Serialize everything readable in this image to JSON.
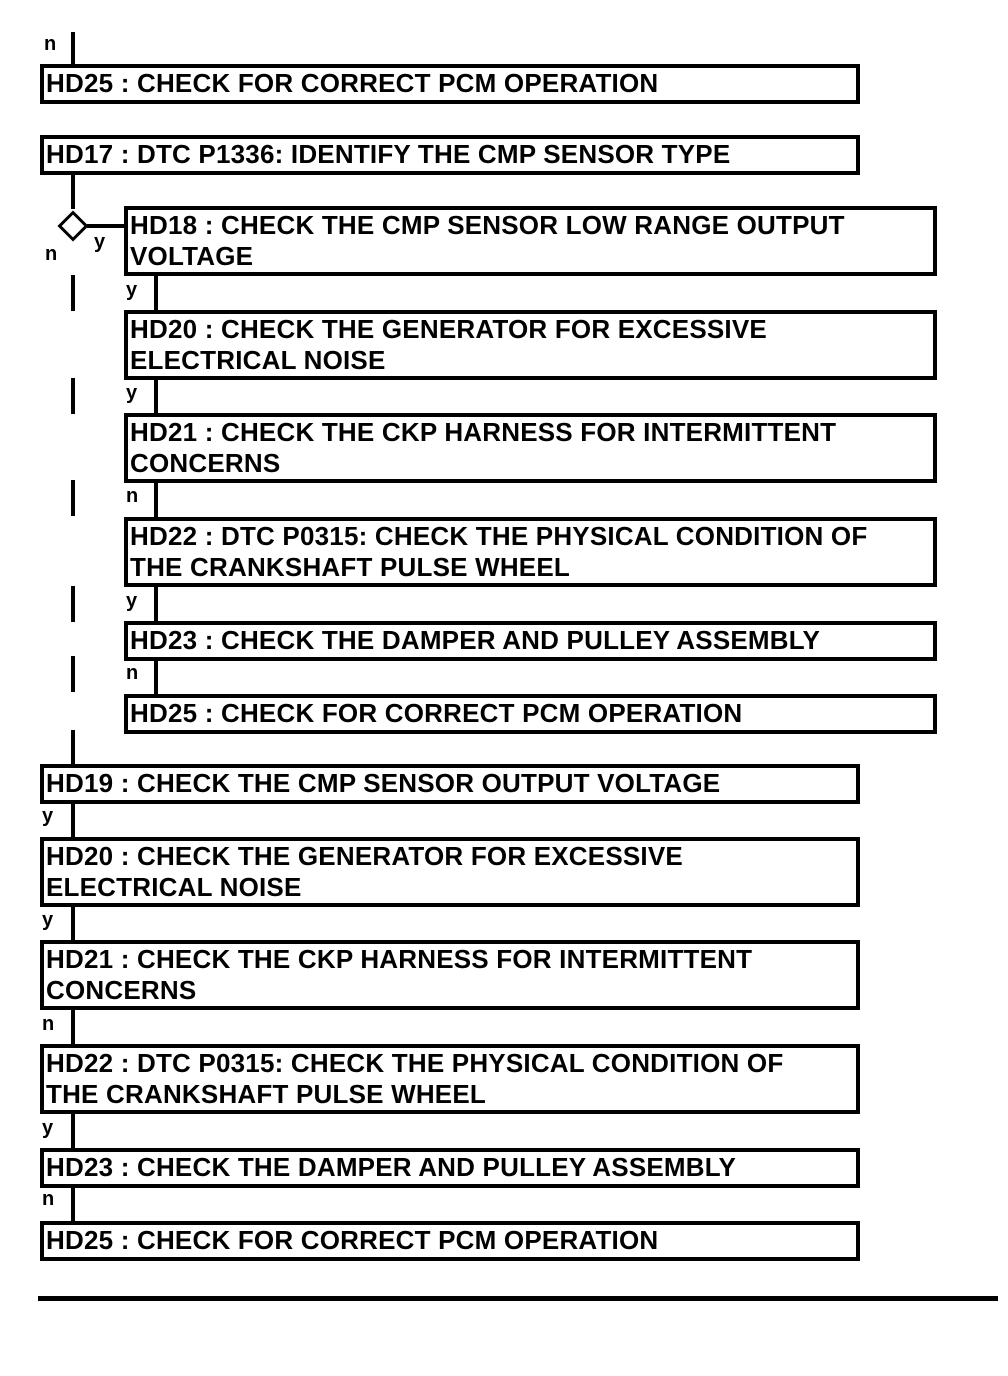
{
  "flow": {
    "top_connector_label": "n",
    "top_box": "HD25 : CHECK FOR CORRECT PCM OPERATION",
    "start_box": "HD17 : DTC P1336: IDENTIFY THE CMP SENSOR TYPE",
    "decision": {
      "no_label": "n",
      "yes_label": "y"
    },
    "yes_branch": {
      "boxes": [
        "HD18 : CHECK THE CMP SENSOR LOW RANGE OUTPUT\nVOLTAGE",
        "HD20 : CHECK THE GENERATOR FOR EXCESSIVE\nELECTRICAL NOISE",
        "HD21 : CHECK THE CKP HARNESS FOR INTERMITTENT\nCONCERNS",
        "HD22 : DTC P0315: CHECK THE PHYSICAL CONDITION OF\nTHE CRANKSHAFT PULSE WHEEL",
        "HD23 : CHECK THE DAMPER AND PULLEY ASSEMBLY",
        "HD25 : CHECK FOR CORRECT PCM OPERATION"
      ],
      "connector_labels": [
        "y",
        "y",
        "n",
        "y",
        "n"
      ]
    },
    "no_branch": {
      "boxes": [
        "HD19 : CHECK THE CMP SENSOR OUTPUT VOLTAGE",
        "HD20 : CHECK THE GENERATOR FOR EXCESSIVE\nELECTRICAL NOISE",
        "HD21 : CHECK THE CKP HARNESS FOR INTERMITTENT\nCONCERNS",
        "HD22 : DTC P0315: CHECK THE PHYSICAL CONDITION OF\nTHE CRANKSHAFT PULSE WHEEL",
        "HD23 : CHECK THE DAMPER AND PULLEY ASSEMBLY",
        "HD25 : CHECK FOR CORRECT PCM OPERATION"
      ],
      "connector_labels": [
        "y",
        "y",
        "n",
        "y",
        "n"
      ]
    }
  }
}
